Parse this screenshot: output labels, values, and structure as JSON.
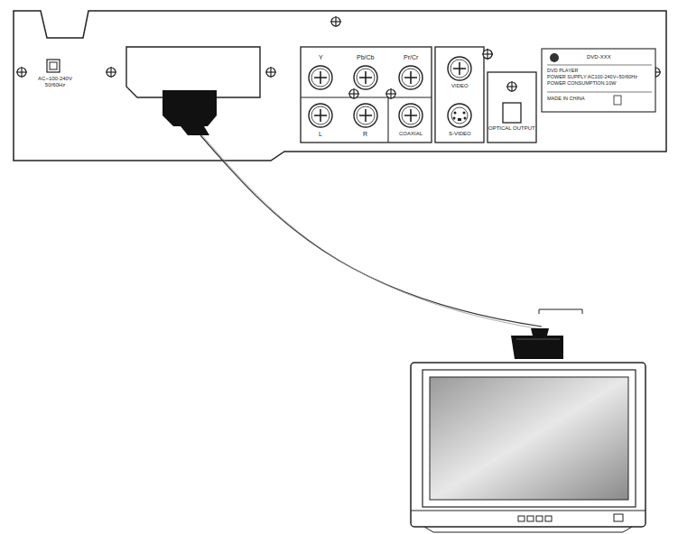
{
  "diagram": {
    "labels": [
      "AC~100-240V 50/60Hz",
      "Y",
      "Pb/Cb",
      "Pr/Cr",
      "L",
      "R",
      "COAXIAL",
      "VIDEO",
      "S-VIDEO",
      "OPTICAL OUTPUT",
      "DVD-XXX",
      "DVD PLAYER",
      "POWER SUPPLY:AC100-240V~50/60Hz",
      "POWER CONSUMPTION:10W",
      "MADE IN CHINA"
    ]
  }
}
